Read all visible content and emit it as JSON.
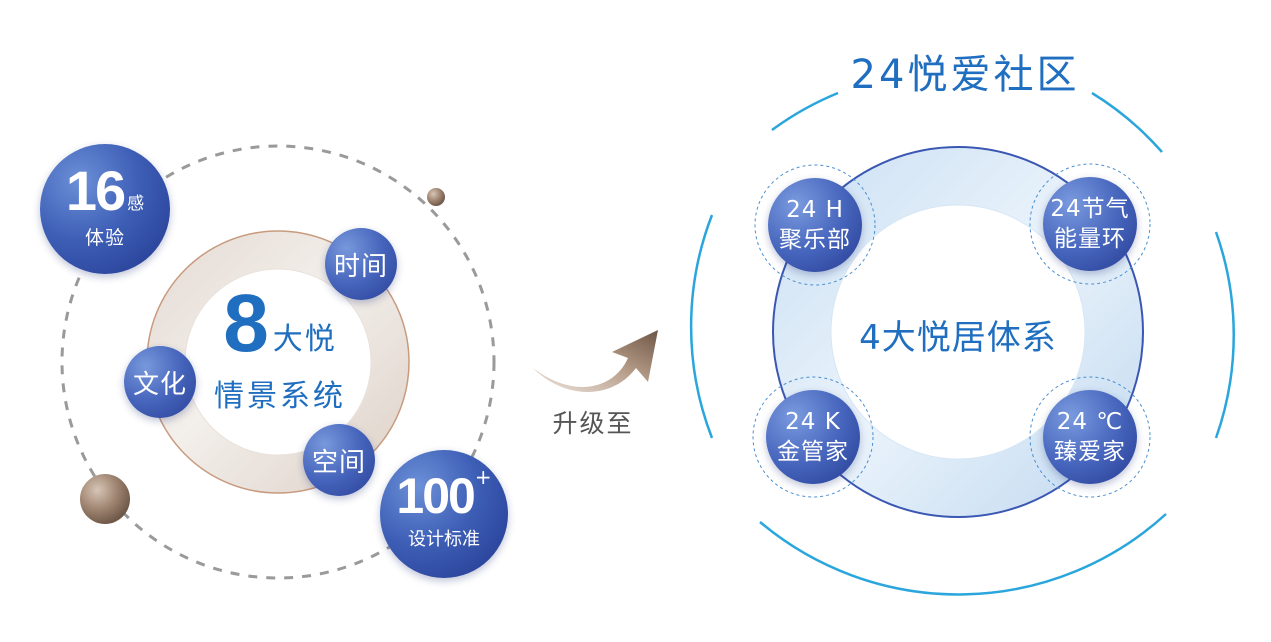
{
  "left": {
    "badge16": {
      "number": "16",
      "suffix": "感",
      "label": "体验"
    },
    "badge100": {
      "number": "100",
      "plus": "+",
      "label": "设计标准"
    },
    "center": {
      "number": "8",
      "title_suffix": "大悦",
      "subtitle": "情景系统"
    },
    "bubbles": {
      "time": "时间",
      "culture": "文化",
      "space": "空间"
    }
  },
  "arrow": {
    "label": "升级至"
  },
  "right": {
    "title": "24悦爱社区",
    "center": "4大悦居体系",
    "bubbles": {
      "club_line1": "24 H",
      "club_line2": "聚乐部",
      "solar_line1": "24节气",
      "solar_line2": "能量环",
      "gold_line1": "24 K",
      "gold_line2": "金管家",
      "temp_line1": "24 ℃",
      "temp_line2": "臻爱家"
    }
  },
  "colors": {
    "accent_blue": "#1f6ec0",
    "bubble_blue": "#3e5fb6",
    "arc_blue": "#2aa6dc",
    "bronze": "#a08672",
    "gray_text": "#555555"
  }
}
